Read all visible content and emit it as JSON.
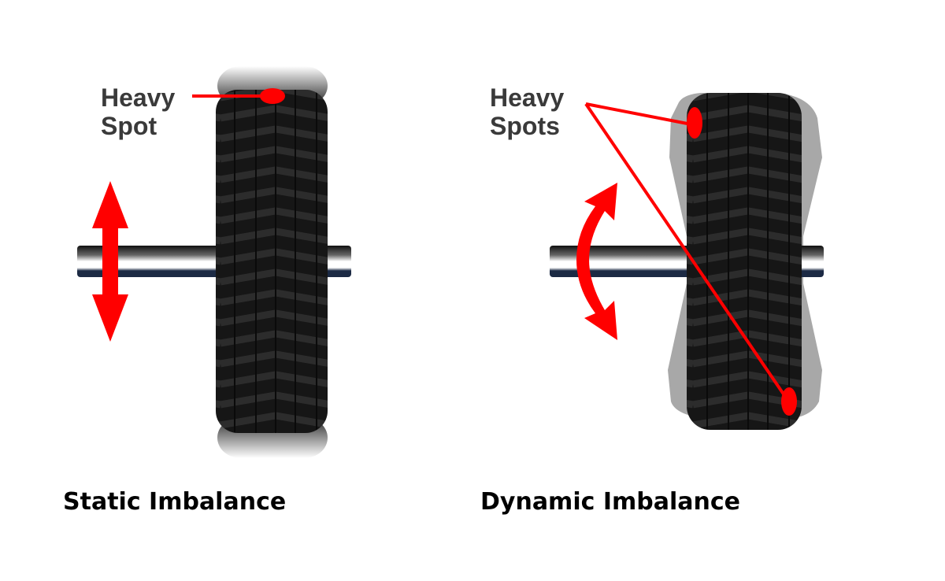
{
  "diagrams": [
    {
      "id": "static",
      "title": "Static Imbalance",
      "callout_line1": "Heavy",
      "callout_line2": "Spot",
      "motion": "vertical-hop"
    },
    {
      "id": "dynamic",
      "title": "Dynamic Imbalance",
      "callout_line1": "Heavy",
      "callout_line2": "Spots",
      "motion": "wobble"
    }
  ],
  "colors": {
    "accent_red": "#ff0000",
    "tire": "#151515",
    "tread": "#2a2a2a",
    "axle_dark": "#111111",
    "axle_blue": "#1c2a44",
    "ghost_gray": "#a8a8a8",
    "text": "#3a3a3a"
  }
}
